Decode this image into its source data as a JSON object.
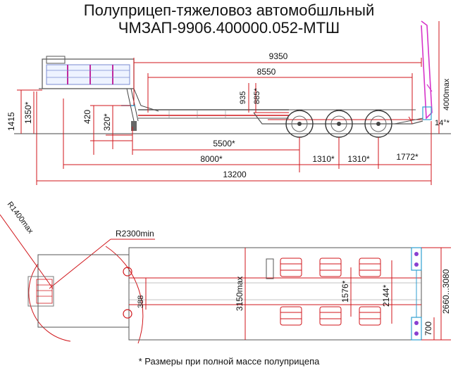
{
  "title": {
    "line1": "Полуприцеп-тяжеловоз автомобшльный",
    "line2": "ЧМЗАП-9906.400000.052-МТШ"
  },
  "side_view": {
    "dims": {
      "d9350": "9350",
      "d8550": "8550",
      "d935": "935",
      "d885": "885*",
      "d4000": "4000max",
      "d1415": "1415",
      "d1350": "1350*",
      "d420": "420",
      "d320": "320*",
      "d5500": "5500*",
      "d8000": "8000*",
      "d1310a": "1310*",
      "d1310b": "1310*",
      "d1772": "1772*",
      "d13200": "13200",
      "angle": "14°*"
    }
  },
  "top_view": {
    "dims": {
      "r1400": "R1400max",
      "r2300": "R2300min",
      "d388": "388",
      "d3150": "3150max",
      "d1576": "1576*",
      "d2144": "2144*",
      "d2660": "2660...3080",
      "d700": "700"
    }
  },
  "footnote": "* Размеры при полной массе полуприцепа",
  "colors": {
    "dimension": "#d0161b",
    "outline": "#444444",
    "ramp": "#d633c9",
    "accent": "#2f9fd0"
  }
}
